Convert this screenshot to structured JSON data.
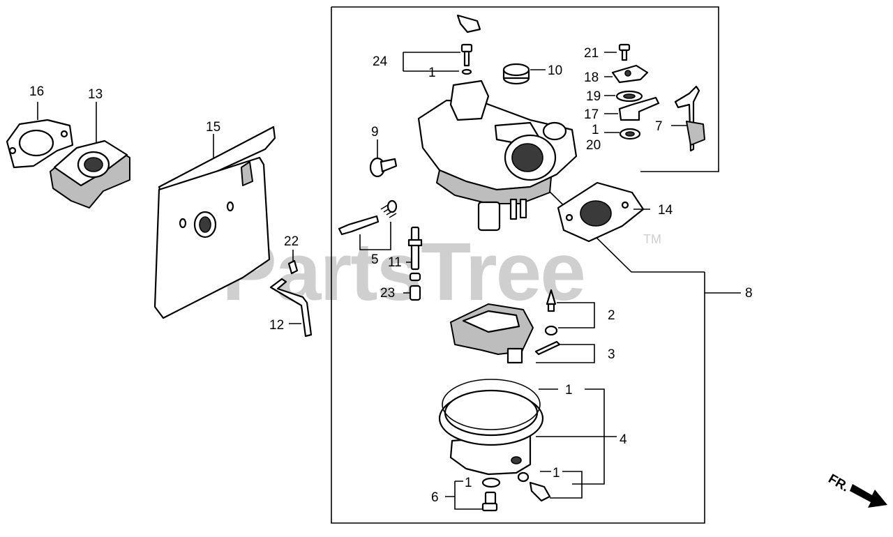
{
  "watermark": {
    "text": "PartsTree",
    "trademark": "TM"
  },
  "direction_marker": {
    "label": "FR."
  },
  "callouts": {
    "c1a": "1",
    "c1b": "1",
    "c1c": "1",
    "c1d": "1",
    "c1e": "1",
    "c2": "2",
    "c3": "3",
    "c4": "4",
    "c5": "5",
    "c6": "6",
    "c7": "7",
    "c8": "8",
    "c9": "9",
    "c10": "10",
    "c11": "11",
    "c12": "12",
    "c13": "13",
    "c14": "14",
    "c15": "15",
    "c16": "16",
    "c17": "17",
    "c18": "18",
    "c19": "19",
    "c20": "20",
    "c21": "21",
    "c22": "22",
    "c23": "23",
    "c24": "24"
  }
}
